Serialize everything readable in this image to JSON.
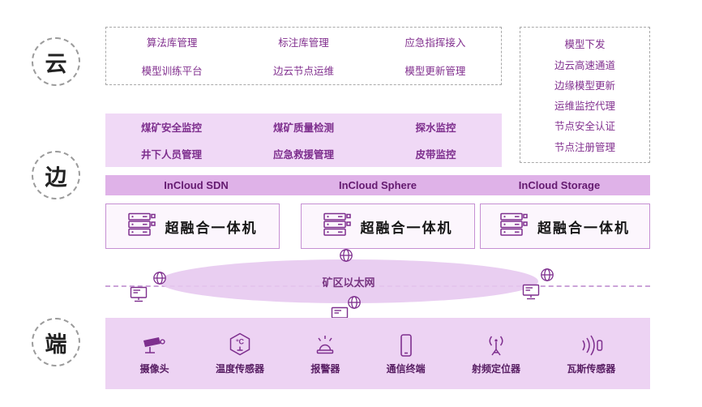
{
  "theme": {
    "purple_dark": "#7E2F8E",
    "panel_light": "#F0D9F6",
    "panel_terminal": "#EDD3F3",
    "bar_bg": "#DFB2E8",
    "ellipse_bg": "#E7C9F0",
    "hci_border": "#C690D3",
    "dash_gray": "#A9A9A9",
    "label_dark_purple": "#571D62"
  },
  "layers": {
    "cloud": "云",
    "edge": "边",
    "terminal": "端"
  },
  "cloud_platform": {
    "items": [
      "算法库管理",
      "标注库管理",
      "应急指挥接入",
      "模型训练平台",
      "边云节点运维",
      "模型更新管理"
    ]
  },
  "cloud_services": {
    "items": [
      "模型下发",
      "边云高速通道",
      "边缘模型更新",
      "运维监控代理",
      "节点安全认证",
      "节点注册管理"
    ]
  },
  "edge_apps": {
    "items": [
      "煤矿安全监控",
      "煤矿质量检测",
      "探水监控",
      "井下人员管理",
      "应急救援管理",
      "皮带监控"
    ]
  },
  "incloud_bar": {
    "items": [
      "InCloud SDN",
      "InCloud Sphere",
      "InCloud Storage"
    ]
  },
  "hci": {
    "label": "超融合一体机"
  },
  "network": {
    "label": "矿区以太网"
  },
  "terminals": {
    "degree_label": "°C",
    "items": [
      {
        "icon": "camera-icon",
        "label": "摄像头"
      },
      {
        "icon": "temperature-sensor-icon",
        "label": "温度传感器"
      },
      {
        "icon": "alarm-icon",
        "label": "报警器"
      },
      {
        "icon": "comm-terminal-icon",
        "label": "通信终端"
      },
      {
        "icon": "rf-locator-icon",
        "label": "射频定位器"
      },
      {
        "icon": "gas-sensor-icon",
        "label": "瓦斯传感器"
      }
    ]
  }
}
